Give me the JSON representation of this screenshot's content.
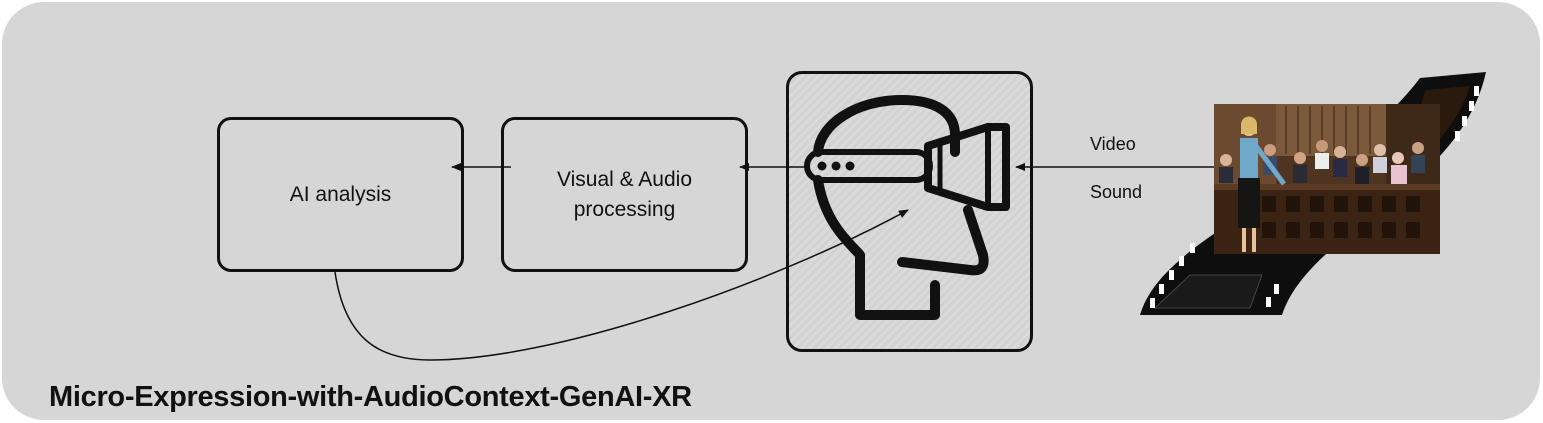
{
  "nodes": {
    "ai_analysis": "AI analysis",
    "processing_line1": "Visual & Audio",
    "processing_line2": "processing"
  },
  "inputs": {
    "video": "Video",
    "sound": "Sound"
  },
  "title": "Micro-Expression-with-AudioContext-GenAI-XR",
  "icons": {
    "headset": "vr-headset-head-icon",
    "film": "film-strip-icon",
    "photo": "courtroom-photo"
  },
  "colors": {
    "panel": "#d6d6d6",
    "stroke": "#111111"
  }
}
